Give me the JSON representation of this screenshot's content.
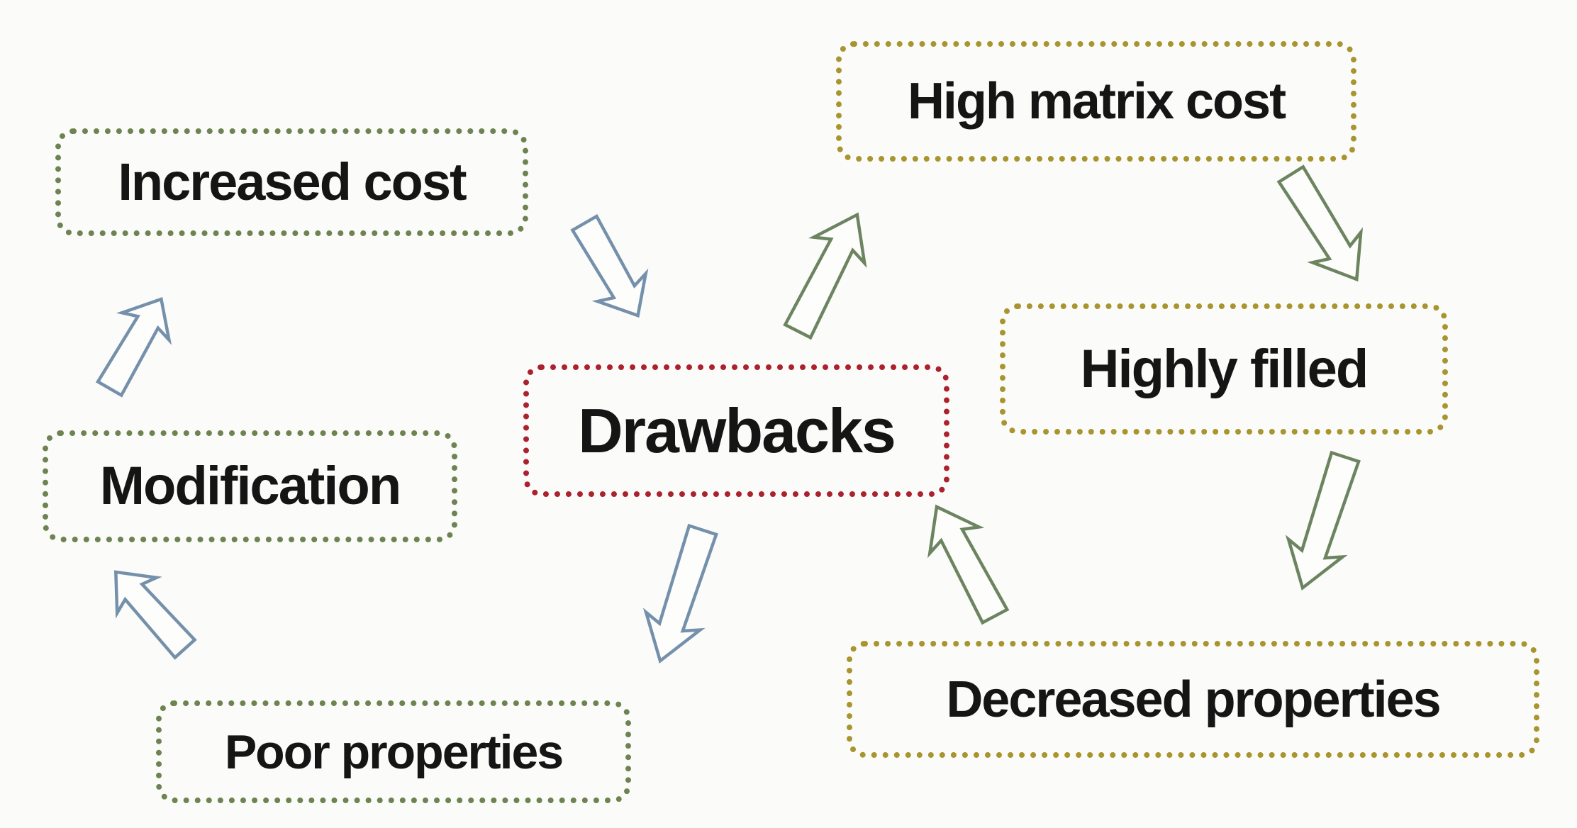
{
  "diagram": {
    "title_hint": "Drawbacks cycle diagram",
    "nodes": {
      "increased_cost": {
        "label": "Increased cost",
        "border": "green"
      },
      "high_matrix_cost": {
        "label": "High matrix cost",
        "border": "gold"
      },
      "modification": {
        "label": "Modification",
        "border": "green"
      },
      "drawbacks": {
        "label": "Drawbacks",
        "border": "red"
      },
      "highly_filled": {
        "label": "Highly filled",
        "border": "gold"
      },
      "poor_properties": {
        "label": "Poor properties",
        "border": "green"
      },
      "decreased_properties": {
        "label": "Decreased properties",
        "border": "gold"
      }
    },
    "edges": [
      {
        "from": "increased_cost",
        "to": "drawbacks",
        "arrow_color": "blue"
      },
      {
        "from": "drawbacks",
        "to": "high_matrix_cost",
        "arrow_color": "green"
      },
      {
        "from": "high_matrix_cost",
        "to": "highly_filled",
        "arrow_color": "green"
      },
      {
        "from": "highly_filled",
        "to": "decreased_properties",
        "arrow_color": "green"
      },
      {
        "from": "decreased_properties",
        "to": "drawbacks",
        "arrow_color": "green"
      },
      {
        "from": "drawbacks",
        "to": "poor_properties",
        "arrow_color": "blue"
      },
      {
        "from": "poor_properties",
        "to": "modification",
        "arrow_color": "blue"
      },
      {
        "from": "modification",
        "to": "increased_cost",
        "arrow_color": "blue"
      }
    ]
  },
  "colors": {
    "background": "#fbfbf9",
    "text": "#151515",
    "green_box_border": "#6d8351",
    "gold_box_border": "#a8952f",
    "red_box_border": "#ab222e",
    "blue_arrow": "#7590ab",
    "green_arrow": "#6c8460"
  }
}
